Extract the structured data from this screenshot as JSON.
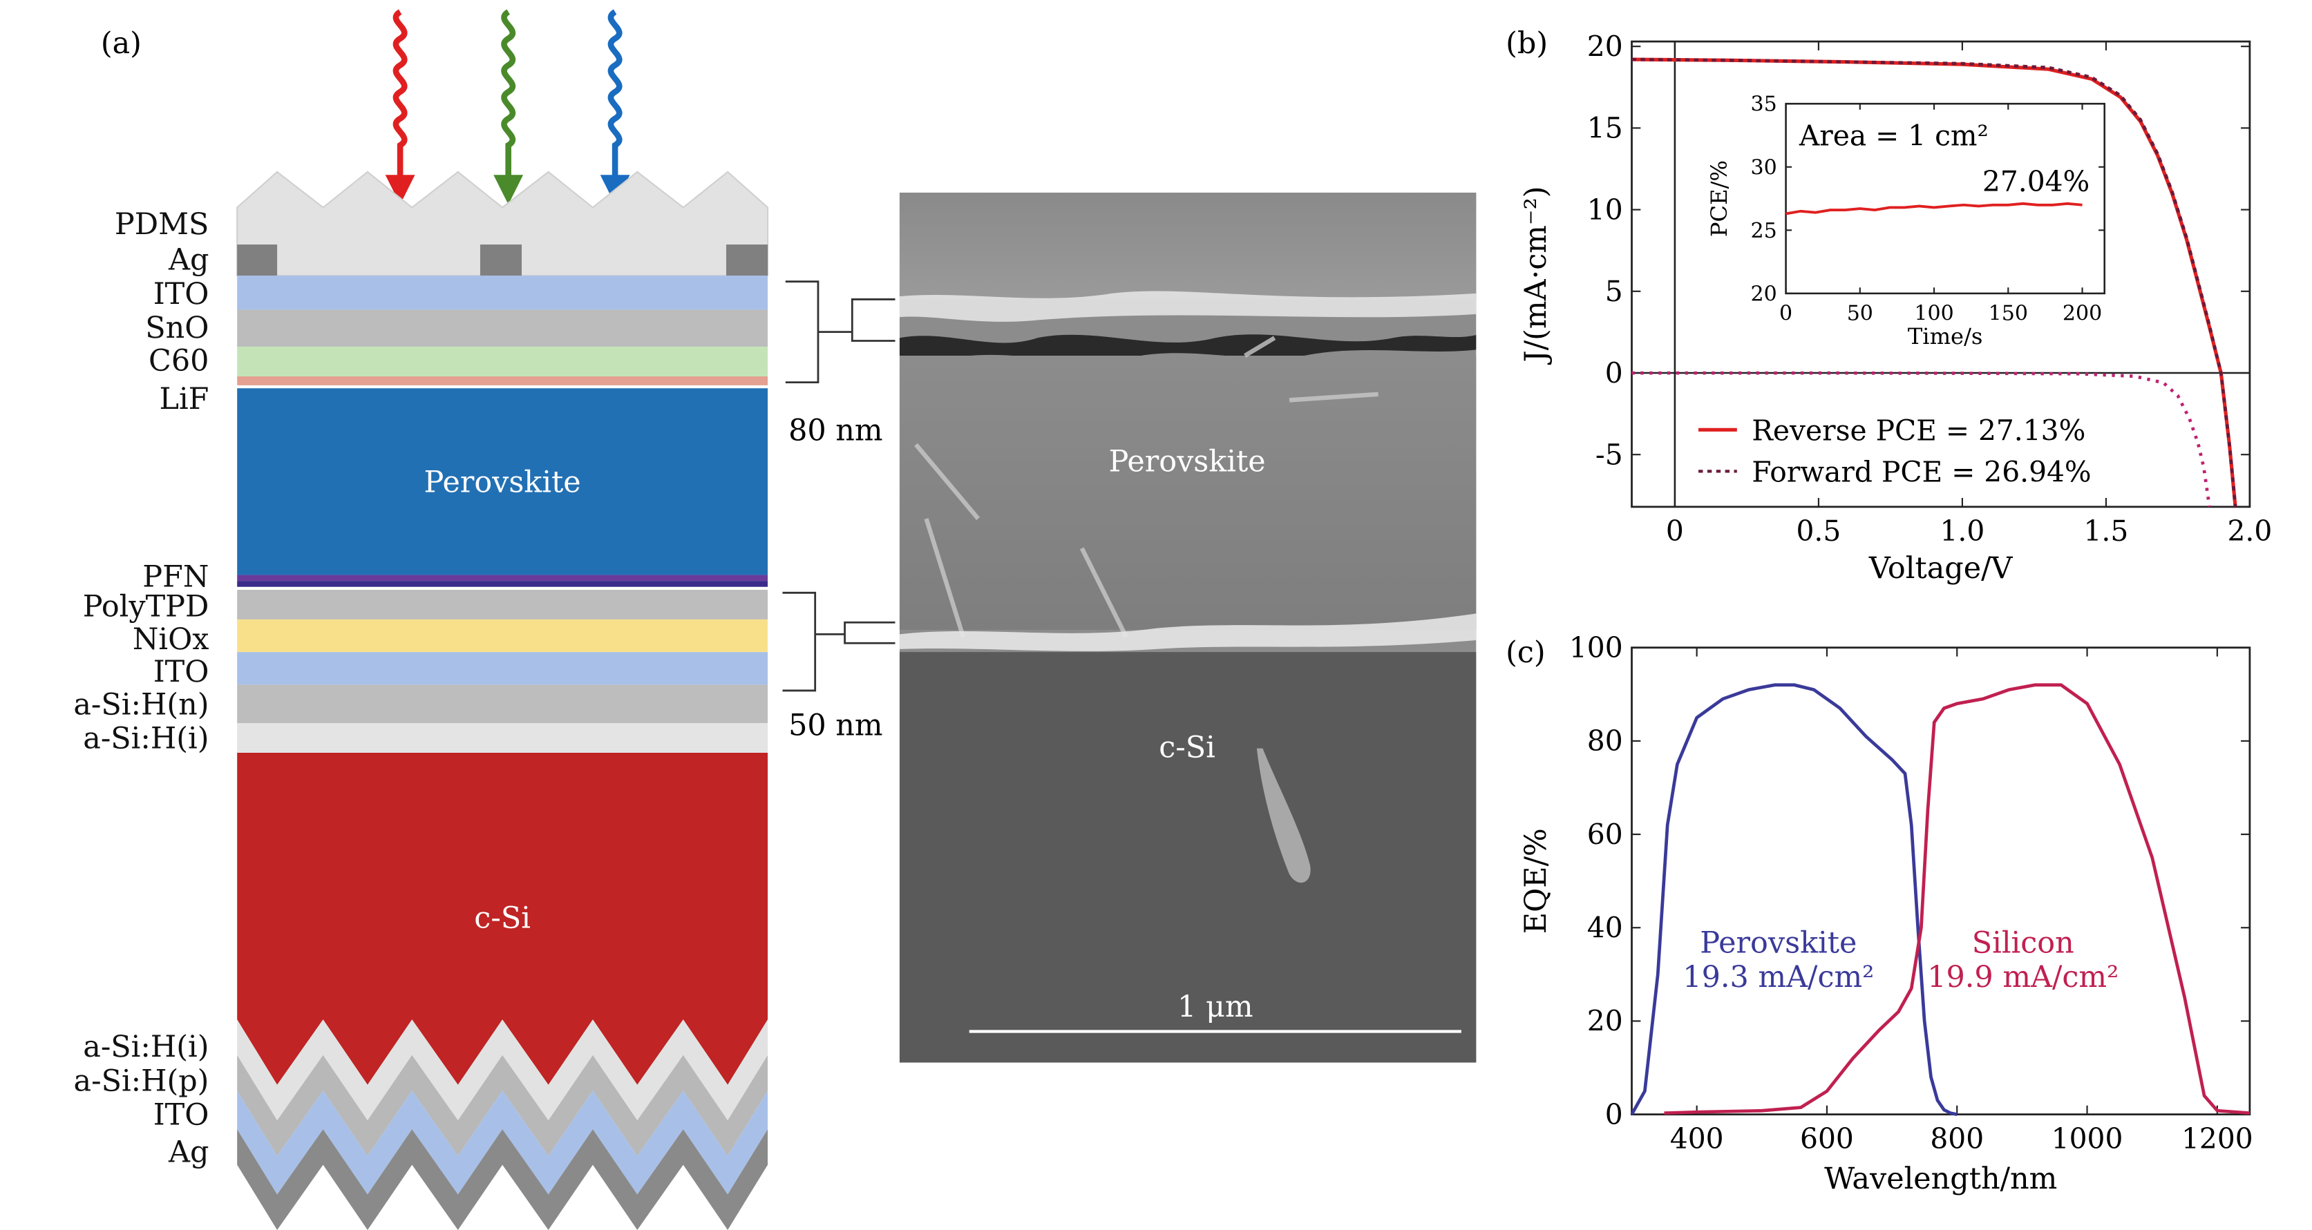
{
  "panels": {
    "a": "(a)",
    "b": "(b)",
    "c": "(c)"
  },
  "stack": {
    "layers_top": [
      "PDMS",
      "Ag",
      "ITO",
      "SnO",
      "C60",
      "LiF"
    ],
    "perovskite": "Perovskite",
    "layers_mid": [
      "PFN",
      "PolyTPD",
      "NiOx",
      "ITO",
      "a-Si:H(n)",
      "a-Si:H(i)"
    ],
    "csi": "c-Si",
    "layers_bottom": [
      "a-Si:H(i)",
      "a-Si:H(p)",
      "ITO",
      "Ag"
    ],
    "bracket_top": "80 nm",
    "bracket_mid": "50 nm",
    "light_colors": [
      "#e02020",
      "#4a8a2a",
      "#1a6cc0"
    ]
  },
  "sem": {
    "perovskite": "Perovskite",
    "csi": "c-Si",
    "scale": "1 μm"
  },
  "chart_data": [
    {
      "type": "line",
      "panel": "b",
      "xlabel": "Voltage/V",
      "ylabel": "J/(mA·cm⁻²)",
      "xlim": [
        -0.15,
        2.0
      ],
      "ylim": [
        -8.2,
        20.3
      ],
      "xticks": [
        0,
        0.5,
        1.0,
        1.5,
        2.0
      ],
      "yticks": [
        -5,
        0,
        5,
        10,
        15,
        20
      ],
      "legend": "bottom-right",
      "series": [
        {
          "name": "Reverse PCE = 27.13%",
          "color": "#e02020",
          "style": "solid",
          "x": [
            -0.15,
            0.2,
            0.6,
            1.0,
            1.3,
            1.45,
            1.55,
            1.62,
            1.68,
            1.73,
            1.78,
            1.82,
            1.86,
            1.9,
            1.93,
            1.95
          ],
          "y": [
            19.2,
            19.15,
            19.05,
            18.9,
            18.6,
            18.0,
            16.9,
            15.4,
            13.3,
            11.0,
            8.2,
            5.5,
            2.8,
            0.0,
            -4.5,
            -8.2
          ]
        },
        {
          "name": "Forward PCE = 26.94%",
          "color": "#6a1a3a",
          "style": "dotted",
          "x": [
            -0.15,
            0.2,
            0.6,
            1.0,
            1.3,
            1.45,
            1.55,
            1.62,
            1.68,
            1.73,
            1.78,
            1.82,
            1.86,
            1.9,
            1.93,
            1.95
          ],
          "y": [
            19.2,
            19.15,
            19.05,
            18.95,
            18.7,
            18.1,
            17.0,
            15.5,
            13.4,
            11.1,
            8.3,
            5.6,
            2.9,
            0.0,
            -4.5,
            -8.2
          ]
        },
        {
          "name": "",
          "color": "#c02070",
          "style": "dotted",
          "x": [
            -0.15,
            0.5,
            1.0,
            1.4,
            1.6,
            1.7,
            1.75,
            1.79,
            1.82,
            1.84,
            1.86
          ],
          "y": [
            0.0,
            0.0,
            -0.02,
            -0.05,
            -0.2,
            -0.6,
            -1.4,
            -2.8,
            -4.3,
            -5.8,
            -8.2
          ]
        }
      ]
    },
    {
      "type": "line",
      "panel": "b-inset",
      "xlabel": "Time/s",
      "ylabel": "PCE/%",
      "xlim": [
        0,
        215
      ],
      "ylim": [
        20,
        35
      ],
      "xticks": [
        0,
        50,
        100,
        150,
        200
      ],
      "yticks": [
        20,
        25,
        30,
        35
      ],
      "annotations": [
        "Area = 1 cm²",
        "27.04%"
      ],
      "series": [
        {
          "name": "",
          "color": "#e02020",
          "x": [
            0,
            10,
            20,
            30,
            40,
            50,
            60,
            70,
            80,
            90,
            100,
            110,
            120,
            130,
            140,
            150,
            160,
            170,
            180,
            190,
            200
          ],
          "y": [
            26.3,
            26.5,
            26.4,
            26.6,
            26.6,
            26.7,
            26.6,
            26.8,
            26.8,
            26.9,
            26.8,
            26.9,
            27.0,
            26.9,
            27.0,
            27.0,
            27.1,
            27.0,
            27.0,
            27.1,
            27.0
          ]
        }
      ]
    },
    {
      "type": "line",
      "panel": "c",
      "xlabel": "Wavelength/nm",
      "ylabel": "EQE/%",
      "xlim": [
        300,
        1250
      ],
      "ylim": [
        0,
        100
      ],
      "xticks": [
        400,
        600,
        800,
        1000,
        1200
      ],
      "yticks": [
        0,
        20,
        40,
        60,
        80,
        100
      ],
      "series": [
        {
          "name": "Perovskite",
          "label": "19.3 mA/cm²",
          "color": "#3a3a9a",
          "x": [
            300,
            320,
            340,
            355,
            370,
            400,
            440,
            480,
            520,
            550,
            580,
            620,
            660,
            700,
            720,
            730,
            740,
            750,
            760,
            770,
            780,
            790,
            800
          ],
          "y": [
            0,
            5,
            30,
            62,
            75,
            85,
            89,
            91,
            92,
            92,
            91,
            87,
            81,
            76,
            73,
            62,
            40,
            20,
            8,
            3,
            1,
            0.3,
            0
          ]
        },
        {
          "name": "Silicon",
          "label": "19.9 mA/cm²",
          "color": "#c02050",
          "x": [
            350,
            400,
            500,
            560,
            600,
            640,
            680,
            710,
            730,
            745,
            755,
            765,
            780,
            800,
            840,
            880,
            920,
            960,
            1000,
            1050,
            1100,
            1150,
            1180,
            1200,
            1250
          ],
          "y": [
            0.3,
            0.5,
            0.8,
            1.5,
            5,
            12,
            18,
            22,
            27,
            40,
            65,
            84,
            87,
            88,
            89,
            91,
            92,
            92,
            88,
            75,
            55,
            25,
            4,
            0.8,
            0.3
          ]
        }
      ]
    }
  ]
}
